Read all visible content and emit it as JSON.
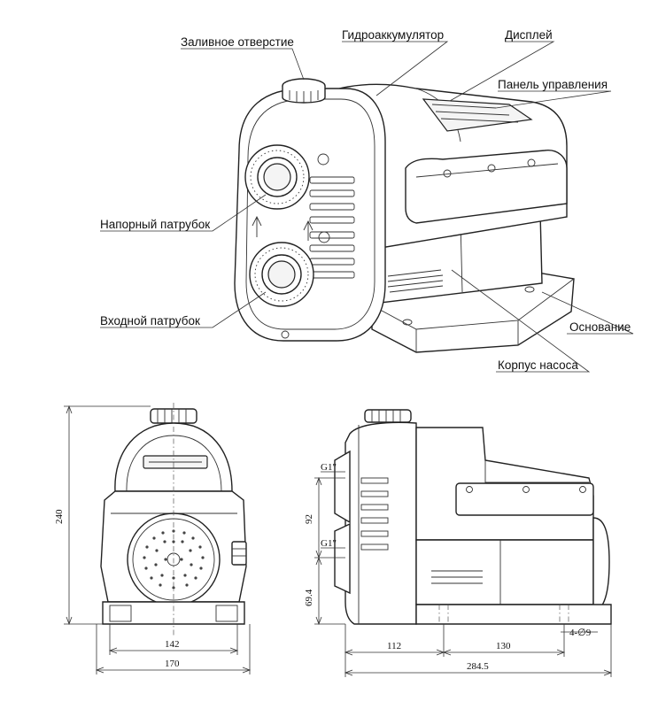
{
  "labels": {
    "filler": "Заливное отверстие",
    "accumulator": "Гидроаккумулятор",
    "display": "Дисплей",
    "control_panel": "Панель управления",
    "outlet": "Напорный патрубок",
    "inlet": "Входной патрубок",
    "base": "Основание",
    "pump_body": "Корпус насоса"
  },
  "dimensions": {
    "height": "240",
    "width_front": "170",
    "base_front": "142",
    "port_spacing": "92",
    "inlet_height": "69.4",
    "port_thread_top": "G1\"",
    "port_thread_bottom": "G1\"",
    "side_a": "112",
    "side_b": "130",
    "length": "284.5",
    "holes": "4-∅9"
  }
}
